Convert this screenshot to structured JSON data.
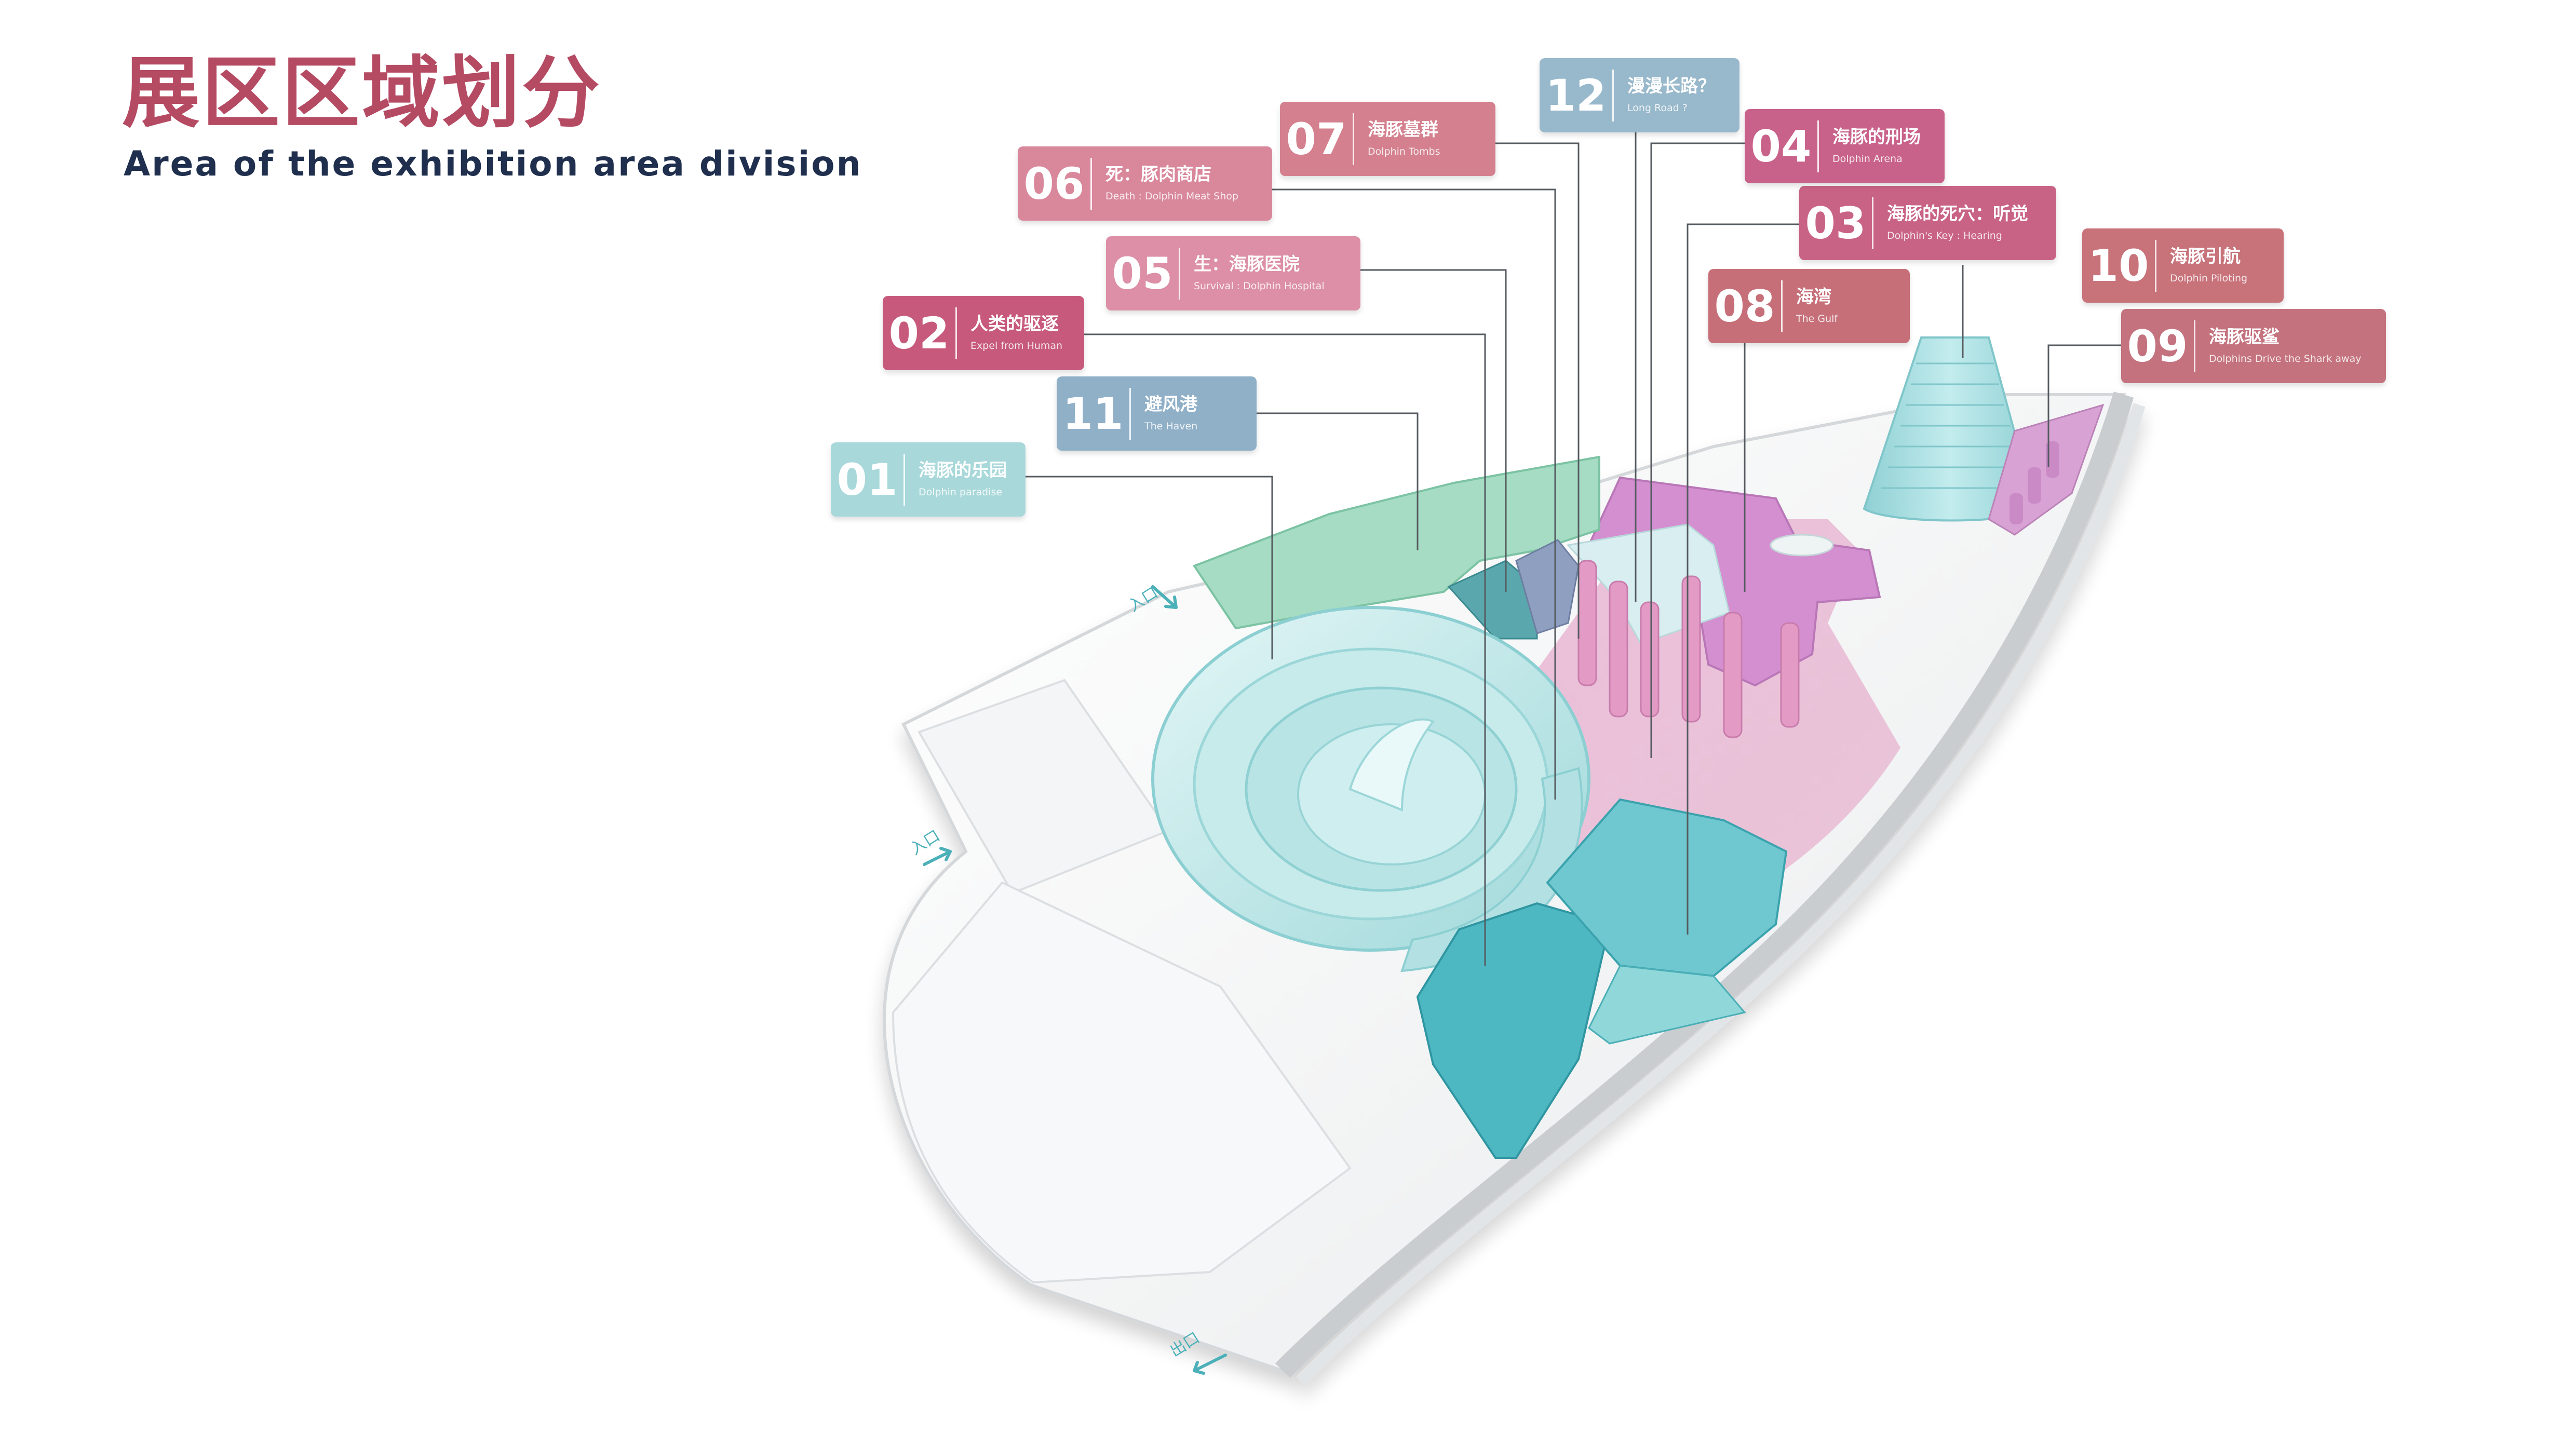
{
  "header": {
    "title_cn": "展区区域划分",
    "title_en": "Area of the exhibition area division"
  },
  "entrances": {
    "entrance_label": "入口",
    "exit_label": "出口"
  },
  "colors": {
    "title": "#b54a63",
    "subtitle": "#1f2f4d",
    "light_teal": "#a8dcdc",
    "green": "#9fd9bf",
    "pink": "#e6a7cb",
    "magenta": "#d58fd0",
    "deep_teal": "#4bb8c3",
    "rose": "#d4758d",
    "blue_gray": "#94b5c8",
    "brick": "#c4727e"
  },
  "zones": [
    {
      "num": "01",
      "cn": "海豚的乐园",
      "en": "Dolphin paradise",
      "color": "#a8d8da"
    },
    {
      "num": "02",
      "cn": "人类的驱逐",
      "en": "Expel from Human",
      "color": "#c75a7c"
    },
    {
      "num": "03",
      "cn": "海豚的死穴：听觉",
      "en": "Dolphin's Key : Hearing",
      "color": "#c96386"
    },
    {
      "num": "04",
      "cn": "海豚的刑场",
      "en": "Dolphin Arena",
      "color": "#c9628a"
    },
    {
      "num": "05",
      "cn": "生：海豚医院",
      "en": "Survival : Dolphin Hospital",
      "color": "#dc8fa6"
    },
    {
      "num": "06",
      "cn": "死：豚肉商店",
      "en": "Death : Dolphin Meat Shop",
      "color": "#d9879b"
    },
    {
      "num": "07",
      "cn": "海豚墓群",
      "en": "Dolphin Tombs",
      "color": "#d4808e"
    },
    {
      "num": "08",
      "cn": "海湾",
      "en": "The Gulf",
      "color": "#c66f78"
    },
    {
      "num": "09",
      "cn": "海豚驱鲨",
      "en": "Dolphins Drive the Shark away",
      "color": "#c4727e"
    },
    {
      "num": "10",
      "cn": "海豚引航",
      "en": "Dolphin Piloting",
      "color": "#c8727a"
    },
    {
      "num": "11",
      "cn": "避风港",
      "en": "The Haven",
      "color": "#90b0c8"
    },
    {
      "num": "12",
      "cn": "漫漫长路？",
      "en": "Long Road ?",
      "color": "#98b8cb"
    }
  ]
}
